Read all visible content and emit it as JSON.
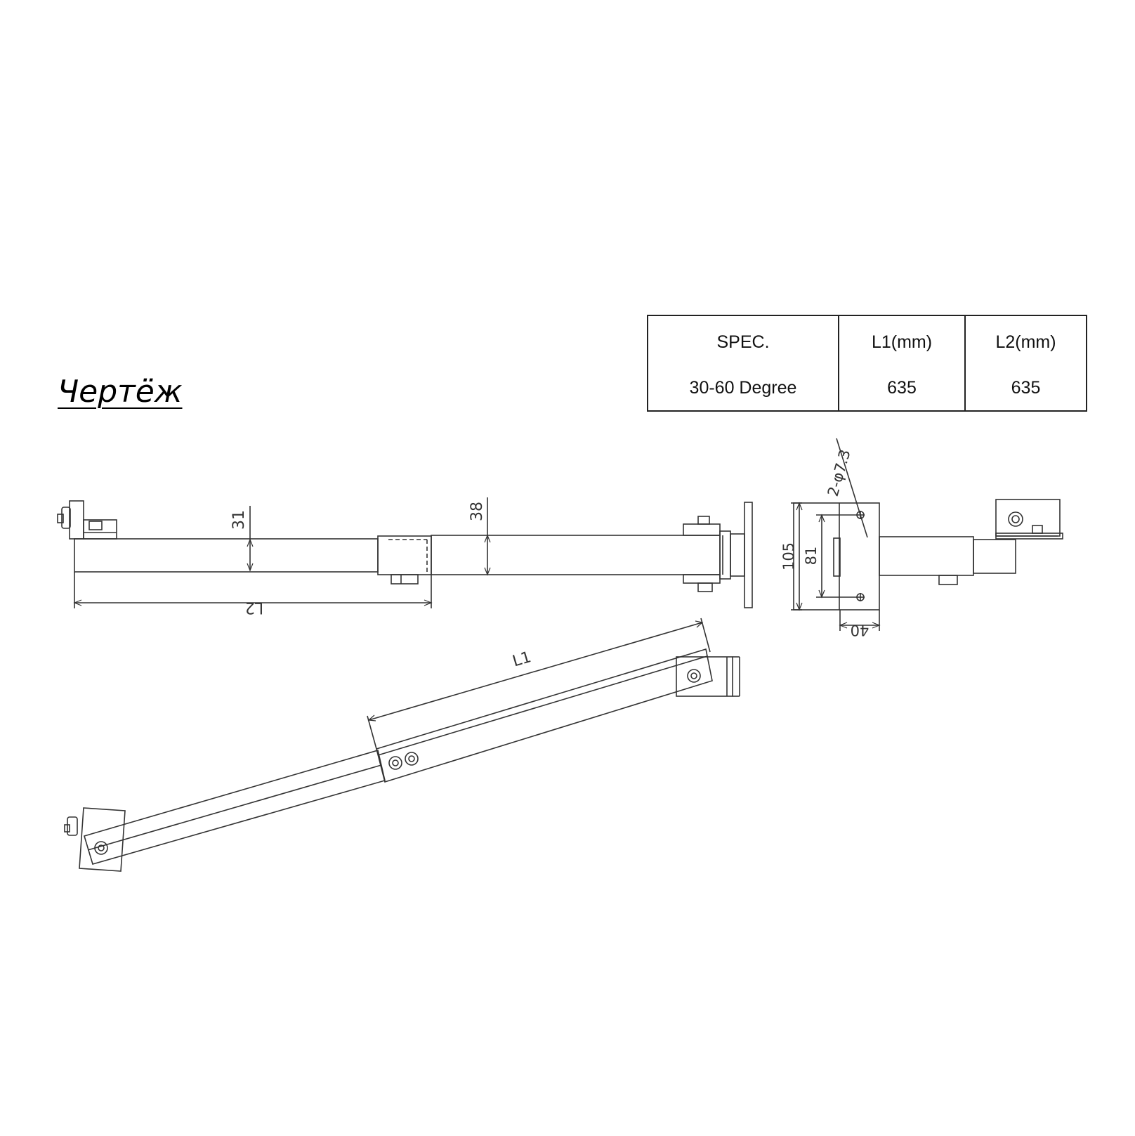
{
  "title": "Чертёж",
  "spec_table": {
    "headers": [
      "SPEC.",
      "L1(mm)",
      "L2(mm)"
    ],
    "row": [
      "30-60 Degree",
      "635",
      "635"
    ]
  },
  "dimensions": {
    "l1": "L1",
    "l2": "L2",
    "d31": "31",
    "d38": "38",
    "d105": "105",
    "d81": "81",
    "d40": "40",
    "hole": "2-φ7.3"
  }
}
